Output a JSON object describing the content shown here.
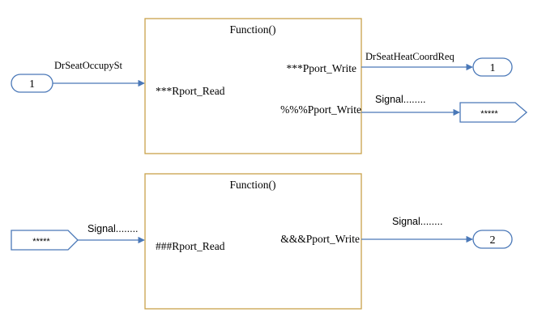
{
  "colors": {
    "block_border": "#c9a24a",
    "connector": "#4a78b8",
    "port_border": "#4a78b8",
    "text": "#000000"
  },
  "diagram": {
    "blocks": [
      {
        "title": "Function()",
        "read_label": "***Rport_Read",
        "write_labels": [
          "***Pport_Write",
          "%%%Pport_Write"
        ]
      },
      {
        "title": "Function()",
        "read_label": "###Rport_Read",
        "write_labels": [
          "&&&Pport_Write"
        ]
      }
    ],
    "ports": {
      "inport_1": "1",
      "outport_1": "1",
      "outport_2": "2",
      "goto_tag": "*****",
      "from_tag": "*****"
    },
    "signals": {
      "in_1": "DrSeatOccupySt",
      "out_1": "DrSeatHeatCoordReq",
      "out_goto": "Signal........",
      "in_from": "Signal........",
      "out_2": "Signal........"
    }
  }
}
